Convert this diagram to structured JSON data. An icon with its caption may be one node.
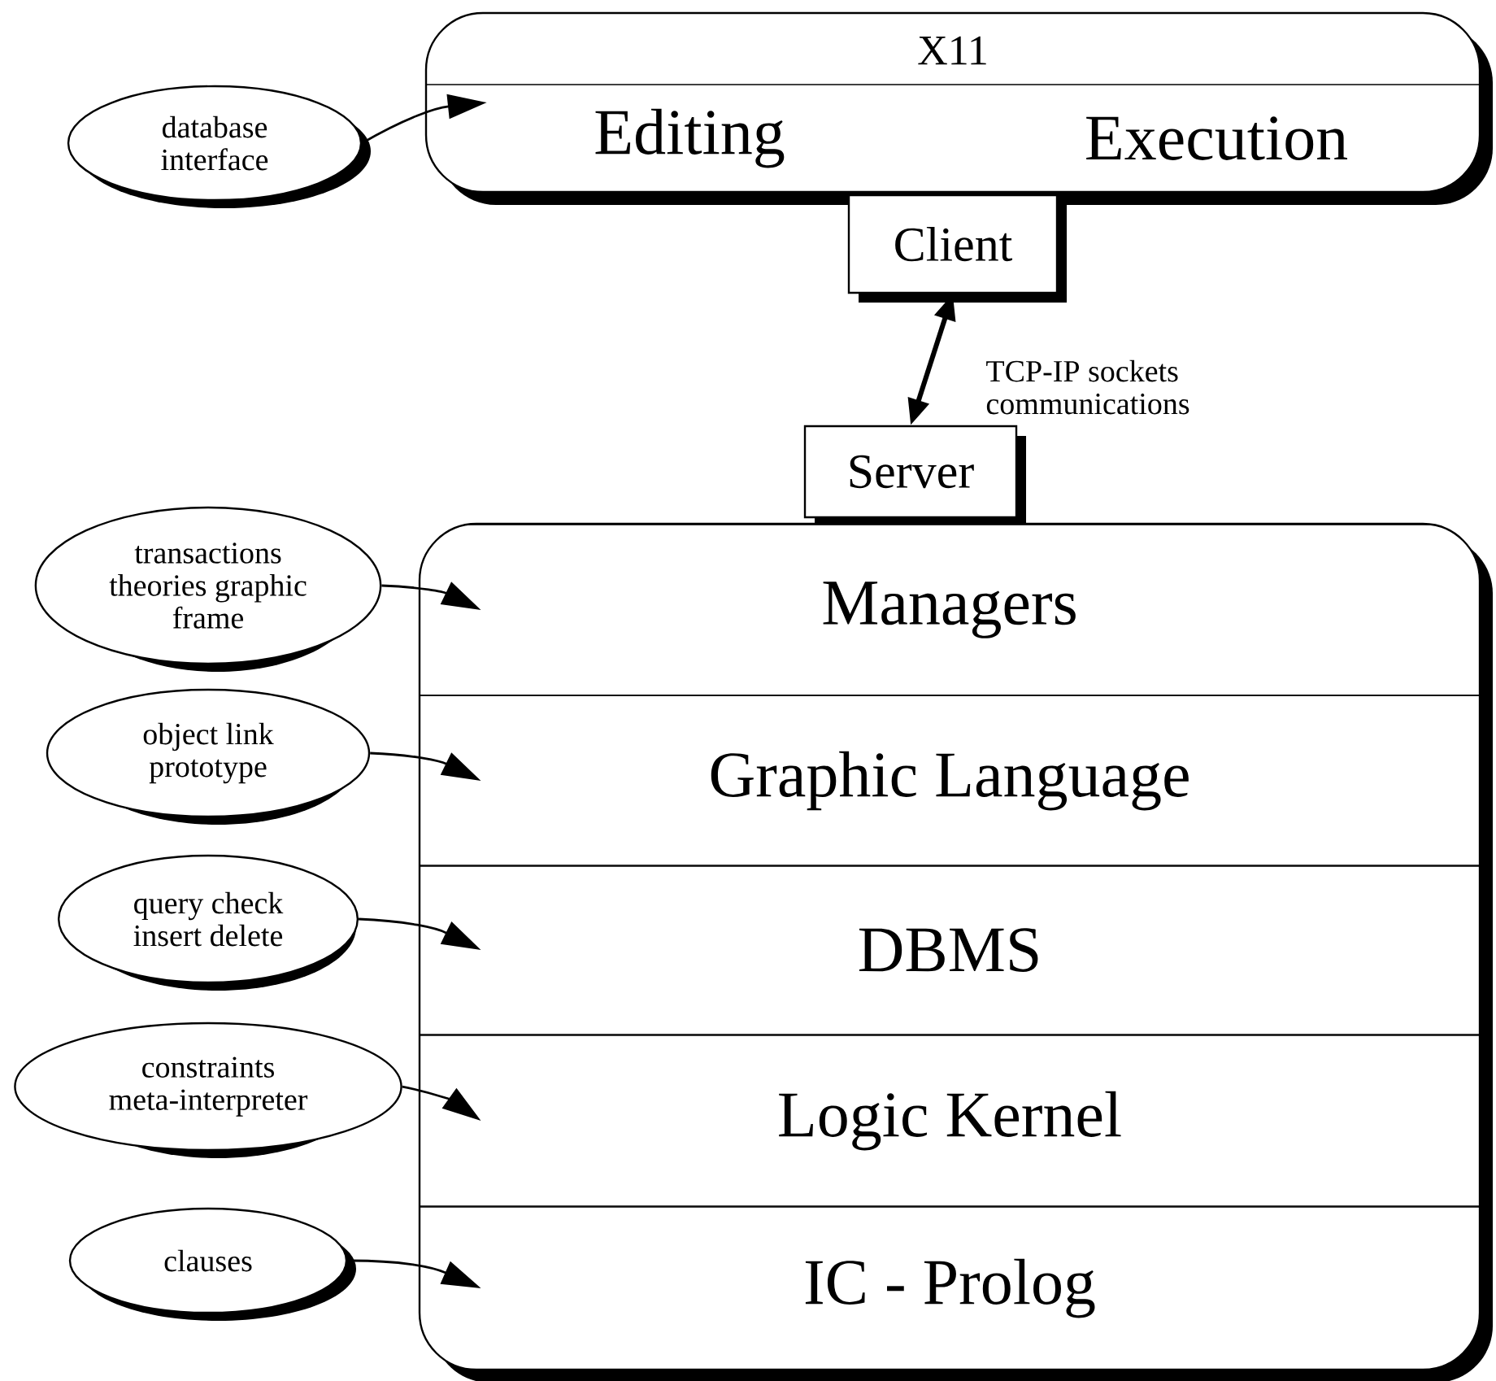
{
  "diagram": {
    "nodes": [
      {
        "text": [
          "X11",
          "Editing",
          "Execution"
        ]
      },
      {
        "text": [
          "Client"
        ]
      },
      {
        "text": [
          "Server"
        ]
      },
      {
        "text": [],
        "shape": "box"
      },
      {
        "text": [
          "Managers"
        ],
        "in": 3
      },
      {
        "text": [
          "Graphic Language"
        ],
        "in": 3
      },
      {
        "text": [
          "DBMS"
        ],
        "in": 3
      },
      {
        "text": [
          "Logic Kernel"
        ],
        "in": 3
      },
      {
        "text": [
          "IC - Prolog"
        ],
        "in": 3
      },
      {
        "text": [
          "database interface"
        ]
      },
      {
        "text": [
          "transactions theories graphic frame"
        ]
      },
      {
        "text": [
          "object link prototype"
        ]
      },
      {
        "text": [
          "query check insert delete"
        ]
      },
      {
        "text": [
          "constraints meta-interpreter"
        ]
      },
      {
        "text": [
          "clauses"
        ]
      }
    ],
    "edges": [
      {
        "from": 9,
        "to": 0,
        "arrow": "to"
      },
      {
        "from": 1,
        "to": 2,
        "arrow": "both",
        "style": "thick",
        "label": "TCP-IP sockets communications"
      },
      {
        "from": 10,
        "to": 4,
        "arrow": "to"
      },
      {
        "from": 11,
        "to": 5,
        "arrow": "to"
      },
      {
        "from": 12,
        "to": 6,
        "arrow": "to"
      },
      {
        "from": 13,
        "to": 7,
        "arrow": "to"
      },
      {
        "from": 14,
        "to": 8,
        "arrow": "to"
      }
    ]
  }
}
